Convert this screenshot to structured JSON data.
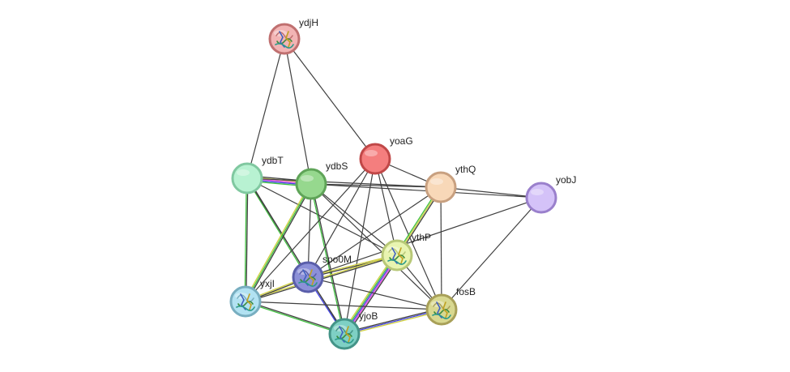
{
  "network": {
    "nodes": [
      {
        "id": "ydjH",
        "label": "ydjH",
        "fill": "#f2b4b4",
        "stroke": "#c07070",
        "has_structure": true,
        "icon": "protein-structure-icon"
      },
      {
        "id": "ydbT",
        "label": "ydbT",
        "fill": "#b8f2d2",
        "stroke": "#80c8a0",
        "has_structure": false
      },
      {
        "id": "ydbS",
        "label": "ydbS",
        "fill": "#96d88e",
        "stroke": "#5fa458",
        "has_structure": false
      },
      {
        "id": "yoaG",
        "label": "yoaG",
        "fill": "#f47e7e",
        "stroke": "#c04848",
        "has_structure": false
      },
      {
        "id": "ythQ",
        "label": "ythQ",
        "fill": "#f8d8b8",
        "stroke": "#c8a080",
        "has_structure": false
      },
      {
        "id": "yobJ",
        "label": "yobJ",
        "fill": "#d4c2f8",
        "stroke": "#9a80cc",
        "has_structure": false
      },
      {
        "id": "ythP",
        "label": "ythP",
        "fill": "#e8f4b0",
        "stroke": "#b8c878",
        "has_structure": true,
        "icon": "protein-structure-icon"
      },
      {
        "id": "spo0M",
        "label": "spo0M",
        "fill": "#8c90d8",
        "stroke": "#5a5eaa",
        "has_structure": true,
        "icon": "protein-structure-icon"
      },
      {
        "id": "yxjI",
        "label": "yxjI",
        "fill": "#b2e2f2",
        "stroke": "#78aec0",
        "has_structure": true,
        "icon": "protein-structure-icon"
      },
      {
        "id": "yjoB",
        "label": "yjoB",
        "fill": "#7ed0c4",
        "stroke": "#449488",
        "has_structure": true,
        "icon": "protein-structure-icon"
      },
      {
        "id": "fosB",
        "label": "fosB",
        "fill": "#d8d890",
        "stroke": "#a8a058",
        "has_structure": true,
        "icon": "protein-structure-icon"
      }
    ],
    "edges": [
      {
        "source": "ydjH",
        "target": "ydbT",
        "evidence": [
          "#404040"
        ]
      },
      {
        "source": "ydjH",
        "target": "ydbS",
        "evidence": [
          "#404040"
        ]
      },
      {
        "source": "ydjH",
        "target": "yoaG",
        "evidence": [
          "#404040"
        ]
      },
      {
        "source": "ydbT",
        "target": "ydbS",
        "evidence": [
          "#404040",
          "#d0d040",
          "#e040e0",
          "#4040e0",
          "#40c040"
        ]
      },
      {
        "source": "ydbT",
        "target": "ythQ",
        "evidence": [
          "#404040"
        ]
      },
      {
        "source": "ydbT",
        "target": "spo0M",
        "evidence": [
          "#404040",
          "#40c040"
        ]
      },
      {
        "source": "ydbT",
        "target": "yxjI",
        "evidence": [
          "#404040",
          "#40c040"
        ]
      },
      {
        "source": "ydbT",
        "target": "ythP",
        "evidence": [
          "#404040"
        ]
      },
      {
        "source": "ydbT",
        "target": "yjoB",
        "evidence": [
          "#404040"
        ]
      },
      {
        "source": "ydbS",
        "target": "ythQ",
        "evidence": [
          "#404040"
        ]
      },
      {
        "source": "ydbS",
        "target": "yobJ",
        "evidence": [
          "#404040"
        ]
      },
      {
        "source": "ydbS",
        "target": "spo0M",
        "evidence": [
          "#404040"
        ]
      },
      {
        "source": "ydbS",
        "target": "yxjI",
        "evidence": [
          "#404040",
          "#40c040",
          "#d0d040"
        ]
      },
      {
        "source": "ydbS",
        "target": "yjoB",
        "evidence": [
          "#404040",
          "#40c040"
        ]
      },
      {
        "source": "ydbS",
        "target": "ythP",
        "evidence": [
          "#404040"
        ]
      },
      {
        "source": "ydbS",
        "target": "fosB",
        "evidence": [
          "#404040"
        ]
      },
      {
        "source": "yoaG",
        "target": "ythQ",
        "evidence": [
          "#404040"
        ]
      },
      {
        "source": "yoaG",
        "target": "spo0M",
        "evidence": [
          "#404040"
        ]
      },
      {
        "source": "yoaG",
        "target": "yjoB",
        "evidence": [
          "#404040"
        ]
      },
      {
        "source": "yoaG",
        "target": "ythP",
        "evidence": [
          "#404040"
        ]
      },
      {
        "source": "yoaG",
        "target": "fosB",
        "evidence": [
          "#404040"
        ]
      },
      {
        "source": "yoaG",
        "target": "yxjI",
        "evidence": [
          "#404040"
        ]
      },
      {
        "source": "ythQ",
        "target": "yobJ",
        "evidence": [
          "#404040"
        ]
      },
      {
        "source": "ythQ",
        "target": "ythP",
        "evidence": [
          "#404040",
          "#d0d040",
          "#40c040"
        ]
      },
      {
        "source": "ythQ",
        "target": "fosB",
        "evidence": [
          "#404040"
        ]
      },
      {
        "source": "ythQ",
        "target": "spo0M",
        "evidence": [
          "#404040"
        ]
      },
      {
        "source": "yobJ",
        "target": "fosB",
        "evidence": [
          "#404040"
        ]
      },
      {
        "source": "yobJ",
        "target": "spo0M",
        "evidence": [
          "#404040"
        ]
      },
      {
        "source": "ythP",
        "target": "spo0M",
        "evidence": [
          "#404040",
          "#d0d040"
        ]
      },
      {
        "source": "ythP",
        "target": "yxjI",
        "evidence": [
          "#404040",
          "#d0d040"
        ]
      },
      {
        "source": "ythP",
        "target": "yjoB",
        "evidence": [
          "#404040",
          "#e040e0",
          "#4040e0",
          "#40c040",
          "#d0d040"
        ]
      },
      {
        "source": "ythP",
        "target": "fosB",
        "evidence": [
          "#404040"
        ]
      },
      {
        "source": "spo0M",
        "target": "yxjI",
        "evidence": [
          "#404040",
          "#d0d040"
        ]
      },
      {
        "source": "spo0M",
        "target": "yjoB",
        "evidence": [
          "#404040",
          "#4040e0"
        ]
      },
      {
        "source": "spo0M",
        "target": "fosB",
        "evidence": [
          "#404040"
        ]
      },
      {
        "source": "yxjI",
        "target": "yjoB",
        "evidence": [
          "#404040",
          "#40c040"
        ]
      },
      {
        "source": "yxjI",
        "target": "fosB",
        "evidence": [
          "#404040"
        ]
      },
      {
        "source": "yjoB",
        "target": "fosB",
        "evidence": [
          "#404040",
          "#4040e0",
          "#d0d040"
        ]
      }
    ]
  }
}
